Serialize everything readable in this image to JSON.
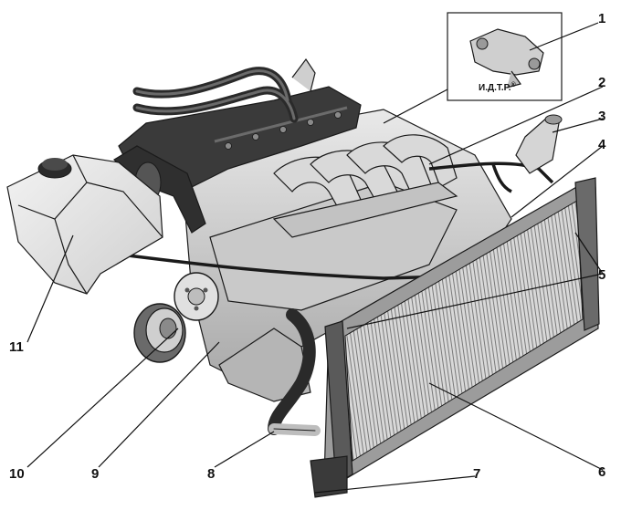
{
  "inset": {
    "label": "И.Д.Т.Р.",
    "mark": "®"
  },
  "callouts": [
    {
      "number": "1"
    },
    {
      "number": "2"
    },
    {
      "number": "3"
    },
    {
      "number": "4"
    },
    {
      "number": "5"
    },
    {
      "number": "6"
    },
    {
      "number": "7"
    },
    {
      "number": "8"
    },
    {
      "number": "9"
    },
    {
      "number": "10"
    },
    {
      "number": "11"
    }
  ],
  "colors": {
    "ink": "#1a1a1a",
    "metal_light": "#e4e4e4",
    "metal_mid": "#bdbdbd",
    "metal_dark": "#6b6b6b",
    "hose": "#2a2a2a"
  }
}
